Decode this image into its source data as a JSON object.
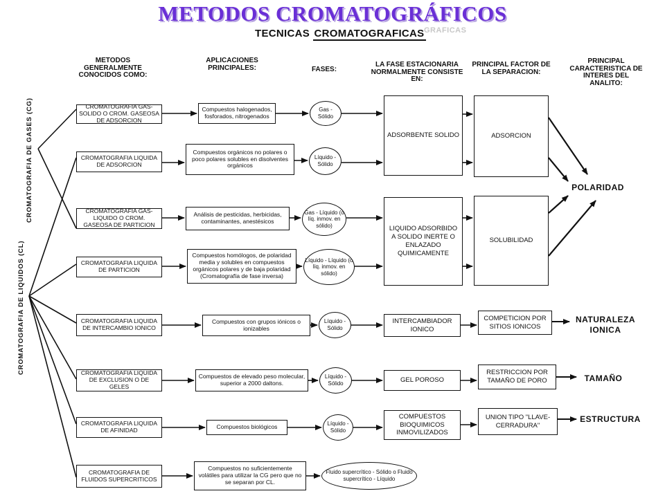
{
  "title": "METODOS CROMATOGRÁFICOS",
  "subtitle": {
    "prefix": "TECNICAS",
    "main": "CROMATOGRAFICAS",
    "ghost": "GRAFICAS"
  },
  "headers": {
    "metodos": "METODOS GENERALMENTE CONOCIDOS COMO:",
    "aplicaciones": "APLICACIONES PRINCIPALES:",
    "fases": "FASES:",
    "fase_estacionaria": "LA FASE ESTACIONARIA NORMALMENTE CONSISTE EN:",
    "factor": "PRINCIPAL FACTOR DE LA SEPARACION:",
    "caracteristica": "PRINCIPAL CARACTERISTICA DE INTERES DEL ANALITO:"
  },
  "side_labels": {
    "gases": "CROMATOGRAFIA   DE   GASES   (CG)",
    "liquidos": "CROMATOGRAFIA   DE   LIQUIDOS   (CL)"
  },
  "rows": [
    {
      "method": "CROMATOGRAFIA GAS-SOLIDO O CROM. GASEOSA DE ADSORCION",
      "application": "Compuestos halogenados, fosforados, nitrogenados",
      "phase": "Gas - Sólido"
    },
    {
      "method": "CROMATOGRAFIA LIQUIDA DE ADSORCION",
      "application": "Compuestos orgánicos no polares o poco polares solubles en disolventes orgánicos",
      "phase": "Líquido - Sólido"
    },
    {
      "method": "CROMATOGRAFIA GAS-LIQUIDO O CROM. GASEOSA DE PARTICION",
      "application": "Análisis de pesticidas, herbicidas, contaminantes, anestésicos",
      "phase": "Gas - Líquido (o líq. inmov. en sólido)"
    },
    {
      "method": "CROMATOGRAFIA LIQUIDA DE PARTICION",
      "application": "Compuestos homólogos, de polaridad media y solubles en compuestos orgánicos polares y de baja polaridad (Cromatografía de fase inversa)",
      "phase": "Líquido - Líquido (o líq. inmov. en sólido)"
    },
    {
      "method": "CROMATOGRAFIA LIQUIDA DE INTERCAMBIO IONICO",
      "application": "Compuestos con grupos iónicos o ionizables",
      "phase": "Líquido - Sólido"
    },
    {
      "method": "CROMATOGRAFIA LIQUIDA DE EXCLUSION O DE GELES",
      "application": "Compuestos de elevado peso molecular, superior a 2000 daltons.",
      "phase": "Líquido - Sólido"
    },
    {
      "method": "CROMATOGRAFIA LIQUIDA DE AFINIDAD",
      "application": "Compuestos biológicos",
      "phase": "Líquido - Sólido"
    },
    {
      "method": "CROMATOGRAFIA DE FLUIDOS SUPERCRITICOS",
      "application": "Compuestos no suficientemente volátiles para utilizar la CG pero que no se separan por CL.",
      "phase": "Fluido supercrítico - Sólido o Fluido supercrítico - Líquido"
    }
  ],
  "stationary": [
    "ADSORBENTE SOLIDO",
    "LIQUIDO ADSORBIDO A SOLIDO INERTE O ENLAZADO QUIMICAMENTE",
    "INTERCAMBIADOR IONICO",
    "GEL POROSO",
    "COMPUESTOS BIOQUIMICOS INMOVILIZADOS"
  ],
  "factors": [
    "ADSORCION",
    "SOLUBILIDAD",
    "COMPETICION POR SITIOS IONICOS",
    "RESTRICCION POR TAMAÑO DE PORO",
    "UNION TIPO \"LLAVE-CERRADURA\""
  ],
  "results": [
    "POLARIDAD",
    "NATURALEZA IONICA",
    "TAMAÑO",
    "ESTRUCTURA"
  ]
}
